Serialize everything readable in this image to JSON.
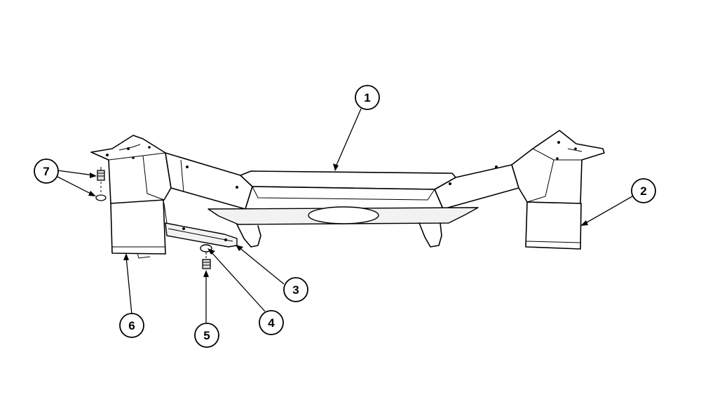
{
  "callouts": [
    {
      "id": "c1",
      "label": "1"
    },
    {
      "id": "c2",
      "label": "2"
    },
    {
      "id": "c3",
      "label": "3"
    },
    {
      "id": "c4",
      "label": "4"
    },
    {
      "id": "c5",
      "label": "5"
    },
    {
      "id": "c6",
      "label": "6"
    },
    {
      "id": "c7",
      "label": "7"
    }
  ],
  "colors": {
    "ink": "#000000",
    "background": "#ffffff",
    "panel": "#f2f2f2"
  }
}
